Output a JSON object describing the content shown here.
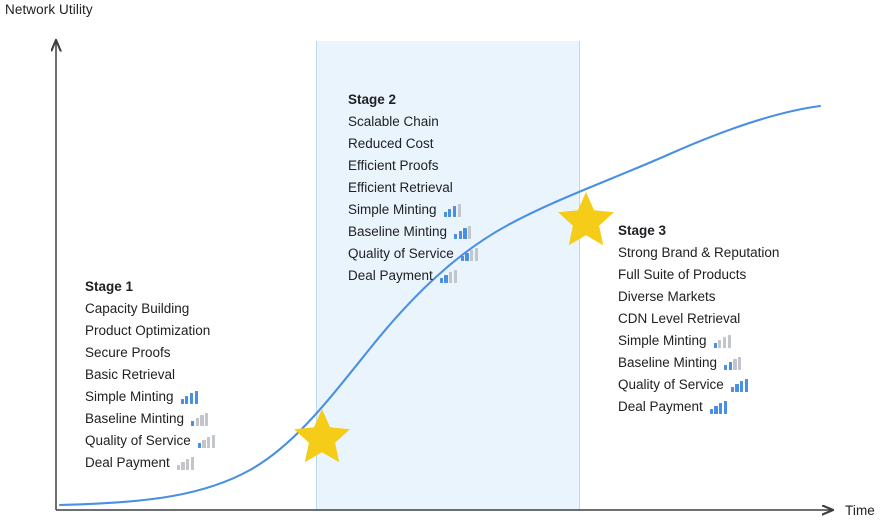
{
  "axes": {
    "y_label": "Network Utility",
    "x_label": "Time"
  },
  "colors": {
    "curve": "#4a90e2",
    "band": "#eaf4fd",
    "band_border": "#bcd9f2",
    "star": "#f5cc18",
    "axis": "#3c4043",
    "signal_on": "#4a90e2",
    "signal_off": "#c2c6cc",
    "text": "#202124"
  },
  "chart_data": {
    "type": "line",
    "title": "",
    "xlabel": "Time",
    "ylabel": "Network Utility",
    "grid": false,
    "legend": "none",
    "series": [
      {
        "name": "Network Utility S-curve",
        "shape": "sigmoid",
        "points": [
          [
            0.0,
            0.01
          ],
          [
            0.08,
            0.02
          ],
          [
            0.16,
            0.05
          ],
          [
            0.24,
            0.09
          ],
          [
            0.32,
            0.16
          ],
          [
            0.4,
            0.27
          ],
          [
            0.48,
            0.4
          ],
          [
            0.56,
            0.54
          ],
          [
            0.64,
            0.66
          ],
          [
            0.72,
            0.76
          ],
          [
            0.8,
            0.84
          ],
          [
            0.88,
            0.89
          ],
          [
            0.96,
            0.92
          ],
          [
            1.0,
            0.93
          ]
        ]
      }
    ],
    "annotations": [
      {
        "name": "stage-1-to-2-milestone",
        "marker": "star",
        "x": 0.345,
        "y": 0.165
      },
      {
        "name": "stage-2-to-3-milestone",
        "marker": "star",
        "x": 0.685,
        "y": 0.625
      }
    ],
    "bands": [
      {
        "name": "stage-2-region",
        "x_start": 0.335,
        "x_end": 0.673,
        "color": "#eaf4fd"
      }
    ]
  },
  "stages": [
    {
      "id": "stage-1",
      "title": "Stage 1",
      "items": [
        {
          "label": "Capacity Building",
          "signal": null
        },
        {
          "label": "Product Optimization",
          "signal": null
        },
        {
          "label": "Secure Proofs",
          "signal": null
        },
        {
          "label": "Basic Retrieval",
          "signal": null
        },
        {
          "label": "Simple Minting",
          "signal": 4
        },
        {
          "label": "Baseline Minting",
          "signal": 1
        },
        {
          "label": "Quality of Service",
          "signal": 1
        },
        {
          "label": "Deal Payment",
          "signal": 0
        }
      ]
    },
    {
      "id": "stage-2",
      "title": "Stage 2",
      "items": [
        {
          "label": "Scalable Chain",
          "signal": null
        },
        {
          "label": "Reduced Cost",
          "signal": null
        },
        {
          "label": "Efficient Proofs",
          "signal": null
        },
        {
          "label": "Efficient Retrieval",
          "signal": null
        },
        {
          "label": "Simple Minting",
          "signal": 3
        },
        {
          "label": "Baseline Minting",
          "signal": 3
        },
        {
          "label": "Quality of Service",
          "signal": 2
        },
        {
          "label": "Deal Payment",
          "signal": 2
        }
      ]
    },
    {
      "id": "stage-3",
      "title": "Stage 3",
      "items": [
        {
          "label": "Strong Brand & Reputation",
          "signal": null
        },
        {
          "label": "Full Suite of Products",
          "signal": null
        },
        {
          "label": "Diverse Markets",
          "signal": null
        },
        {
          "label": "CDN Level Retrieval",
          "signal": null
        },
        {
          "label": "Simple Minting",
          "signal": 1
        },
        {
          "label": "Baseline Minting",
          "signal": 2
        },
        {
          "label": "Quality of Service",
          "signal": 4
        },
        {
          "label": "Deal Payment",
          "signal": 4
        }
      ]
    }
  ],
  "signal_max_bars": 4
}
